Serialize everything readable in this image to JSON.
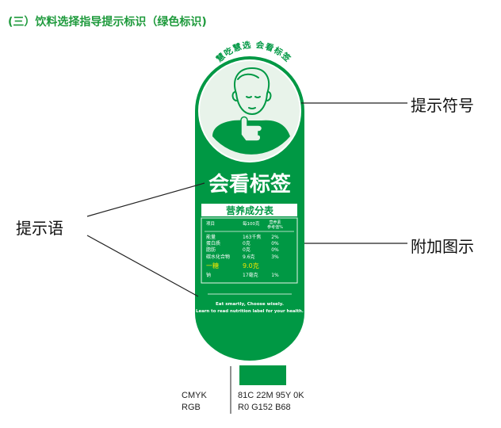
{
  "title": "(三）饮料选择指导提示标识（绿色标识)",
  "label": {
    "arc_text": "慧吃慧选 会看标签",
    "headline": "会看标签",
    "panel_title": "营养成分表",
    "table": {
      "headers": [
        "项目",
        "每100克",
        "营养素参考值%"
      ],
      "rows": [
        [
          "能量",
          "163千焦",
          "2%"
        ],
        [
          "蛋白质",
          "0克",
          "0%"
        ],
        [
          "脂肪",
          "0克",
          "0%"
        ],
        [
          "碳水化合物",
          "9.6克",
          "3%"
        ],
        [
          "一糖",
          "9.0克",
          ""
        ],
        [
          "钠",
          "17毫克",
          "1%"
        ]
      ],
      "highlight_row": 4
    },
    "footer_line1": "Eat smartly, Choose wisely.",
    "footer_line2": "Learn to read nutrition label for your health."
  },
  "callouts": {
    "symbol": "提示符号",
    "prompt": "提示语",
    "figure": "附加图示"
  },
  "color_spec": {
    "cmyk_label": "CMYK",
    "cmyk_value": "81C 22M 95Y 0K",
    "rgb_label": "RGB",
    "rgb_value": "R0 G152 B68"
  },
  "colors": {
    "green": "#009844",
    "light_green": "#e8f3ea",
    "highlight_yellow": "#f2e600",
    "title_green": "#1e9a3c"
  }
}
